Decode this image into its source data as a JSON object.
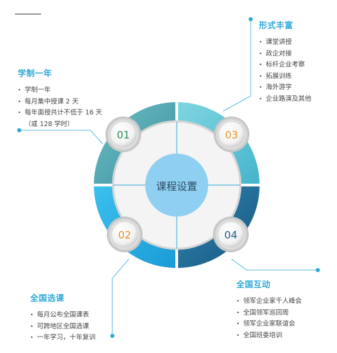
{
  "center_label": "课程设置",
  "segments": [
    {
      "number": "01",
      "number_color": "#2e8b57"
    },
    {
      "number": "03",
      "number_color": "#e8922c"
    },
    {
      "number": "02",
      "number_color": "#e8922c"
    },
    {
      "number": "04",
      "number_color": "#1f5f8b"
    }
  ],
  "panels": {
    "duration": {
      "title": "学制一年",
      "items": [
        "学制一年",
        "每月集中授课 2 天",
        "每年面授共计不低于 16 天",
        "（或 128 学时）"
      ]
    },
    "formats": {
      "title": "形式丰富",
      "items": [
        "课堂讲授",
        "政企对接",
        "标杆企业考察",
        "拓展训练",
        "海外游学",
        "企业路演及其他"
      ]
    },
    "elective": {
      "title": "全国选课",
      "items": [
        "每月公布全国课表",
        "可跨地区全国选课",
        "一年学习，十年复训"
      ]
    },
    "interaction": {
      "title": "全国互动",
      "items": [
        "领军企业家千人峰会",
        "全国领军巡回周",
        "领军企业家联谊会",
        "全国班委培训"
      ]
    }
  },
  "colors": {
    "accent": "#2fa8d8",
    "center": "#8fd0f2",
    "seg_tl": "#4fa9b5",
    "seg_tr": "#5cc6d8",
    "seg_bl": "#2cb0e6",
    "seg_br": "#236f9c"
  }
}
